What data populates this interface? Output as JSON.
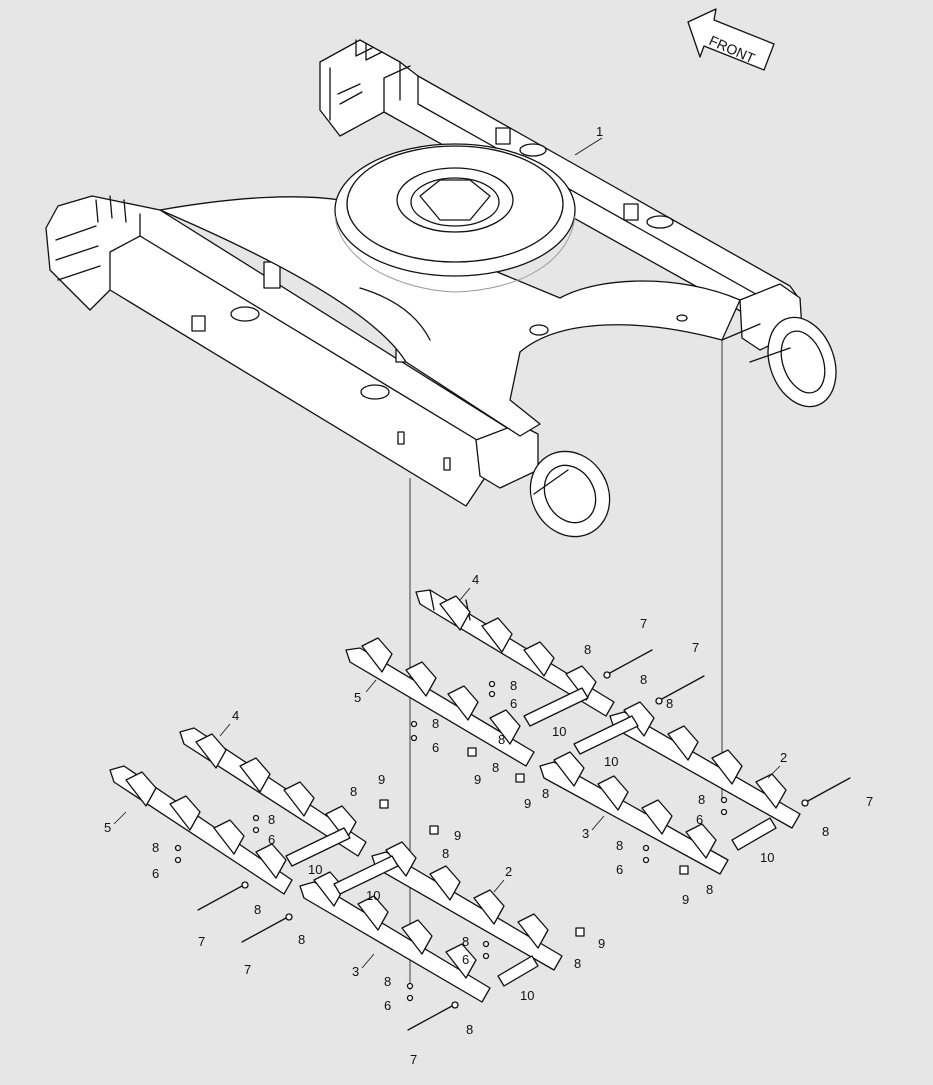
{
  "direction_label": "FRONT",
  "callouts": [
    {
      "id": "c1",
      "text": "1"
    },
    {
      "id": "c2a",
      "text": "2"
    },
    {
      "id": "c2b",
      "text": "2"
    },
    {
      "id": "c3a",
      "text": "3"
    },
    {
      "id": "c3b",
      "text": "3"
    },
    {
      "id": "c4a",
      "text": "4"
    },
    {
      "id": "c4b",
      "text": "4"
    },
    {
      "id": "c5a",
      "text": "5"
    },
    {
      "id": "c5b",
      "text": "5"
    },
    {
      "id": "c6a",
      "text": "6"
    },
    {
      "id": "c6b",
      "text": "6"
    },
    {
      "id": "c6c",
      "text": "6"
    },
    {
      "id": "c6d",
      "text": "6"
    },
    {
      "id": "c6e",
      "text": "6"
    },
    {
      "id": "c6f",
      "text": "6"
    },
    {
      "id": "c6g",
      "text": "6"
    },
    {
      "id": "c6h",
      "text": "6"
    },
    {
      "id": "c7a",
      "text": "7"
    },
    {
      "id": "c7b",
      "text": "7"
    },
    {
      "id": "c7c",
      "text": "7"
    },
    {
      "id": "c7d",
      "text": "7"
    },
    {
      "id": "c7e",
      "text": "7"
    },
    {
      "id": "c7f",
      "text": "7"
    },
    {
      "id": "c8a",
      "text": "8"
    },
    {
      "id": "c8b",
      "text": "8"
    },
    {
      "id": "c8c",
      "text": "8"
    },
    {
      "id": "c8d",
      "text": "8"
    },
    {
      "id": "c8e",
      "text": "8"
    },
    {
      "id": "c8f",
      "text": "8"
    },
    {
      "id": "c8g",
      "text": "8"
    },
    {
      "id": "c8h",
      "text": "8"
    },
    {
      "id": "c8i",
      "text": "8"
    },
    {
      "id": "c8j",
      "text": "8"
    },
    {
      "id": "c8k",
      "text": "8"
    },
    {
      "id": "c8l",
      "text": "8"
    },
    {
      "id": "c8m",
      "text": "8"
    },
    {
      "id": "c8n",
      "text": "8"
    },
    {
      "id": "c8o",
      "text": "8"
    },
    {
      "id": "c8p",
      "text": "8"
    },
    {
      "id": "c8q",
      "text": "8"
    },
    {
      "id": "c8r",
      "text": "8"
    },
    {
      "id": "c8s",
      "text": "8"
    },
    {
      "id": "c8t",
      "text": "8"
    },
    {
      "id": "c8u",
      "text": "8"
    },
    {
      "id": "c8v",
      "text": "8"
    },
    {
      "id": "c9a",
      "text": "9"
    },
    {
      "id": "c9b",
      "text": "9"
    },
    {
      "id": "c9c",
      "text": "9"
    },
    {
      "id": "c9d",
      "text": "9"
    },
    {
      "id": "c9e",
      "text": "9"
    },
    {
      "id": "c9f",
      "text": "9"
    },
    {
      "id": "c10a",
      "text": "10"
    },
    {
      "id": "c10b",
      "text": "10"
    },
    {
      "id": "c10c",
      "text": "10"
    },
    {
      "id": "c10d",
      "text": "10"
    },
    {
      "id": "c10e",
      "text": "10"
    },
    {
      "id": "c10f",
      "text": "10"
    }
  ]
}
